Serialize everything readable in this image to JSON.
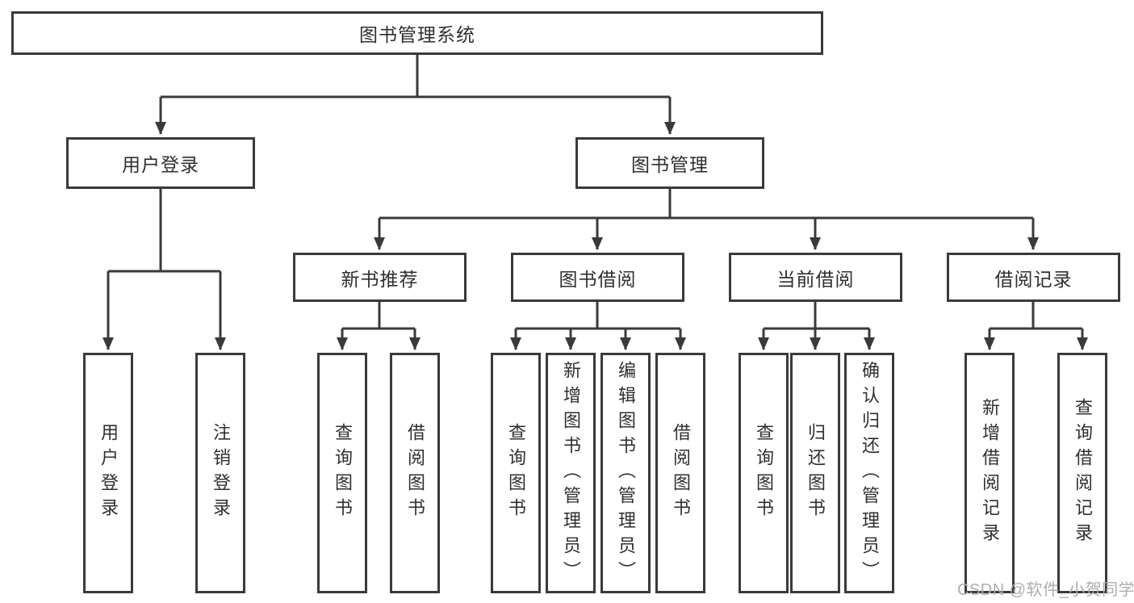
{
  "tree": {
    "root": {
      "label": "图书管理系统"
    },
    "children": [
      {
        "label": "用户登录",
        "children": [
          {
            "label": "用户登录"
          },
          {
            "label": "注销登录"
          }
        ]
      },
      {
        "label": "图书管理",
        "children": [
          {
            "label": "新书推荐",
            "children": [
              {
                "label": "查询图书"
              },
              {
                "label": "借阅图书"
              }
            ]
          },
          {
            "label": "图书借阅",
            "children": [
              {
                "label": "查询图书"
              },
              {
                "label": "新增图书（管理员）"
              },
              {
                "label": "编辑图书（管理员）"
              },
              {
                "label": "借阅图书"
              }
            ]
          },
          {
            "label": "当前借阅",
            "children": [
              {
                "label": "查询图书"
              },
              {
                "label": "归还图书"
              },
              {
                "label": "确认归还（管理员）"
              }
            ]
          },
          {
            "label": "借阅记录",
            "children": [
              {
                "label": "新增借阅记录"
              },
              {
                "label": "查询借阅记录"
              }
            ]
          }
        ]
      }
    ]
  },
  "watermark": {
    "text": "CSDN @软件_小贺同学"
  },
  "colors": {
    "line": "#3a3a3a",
    "box_border": "#3a3a3a",
    "text": "#2f2f2f",
    "background": "#ffffff",
    "watermark_text": "#adadad"
  }
}
